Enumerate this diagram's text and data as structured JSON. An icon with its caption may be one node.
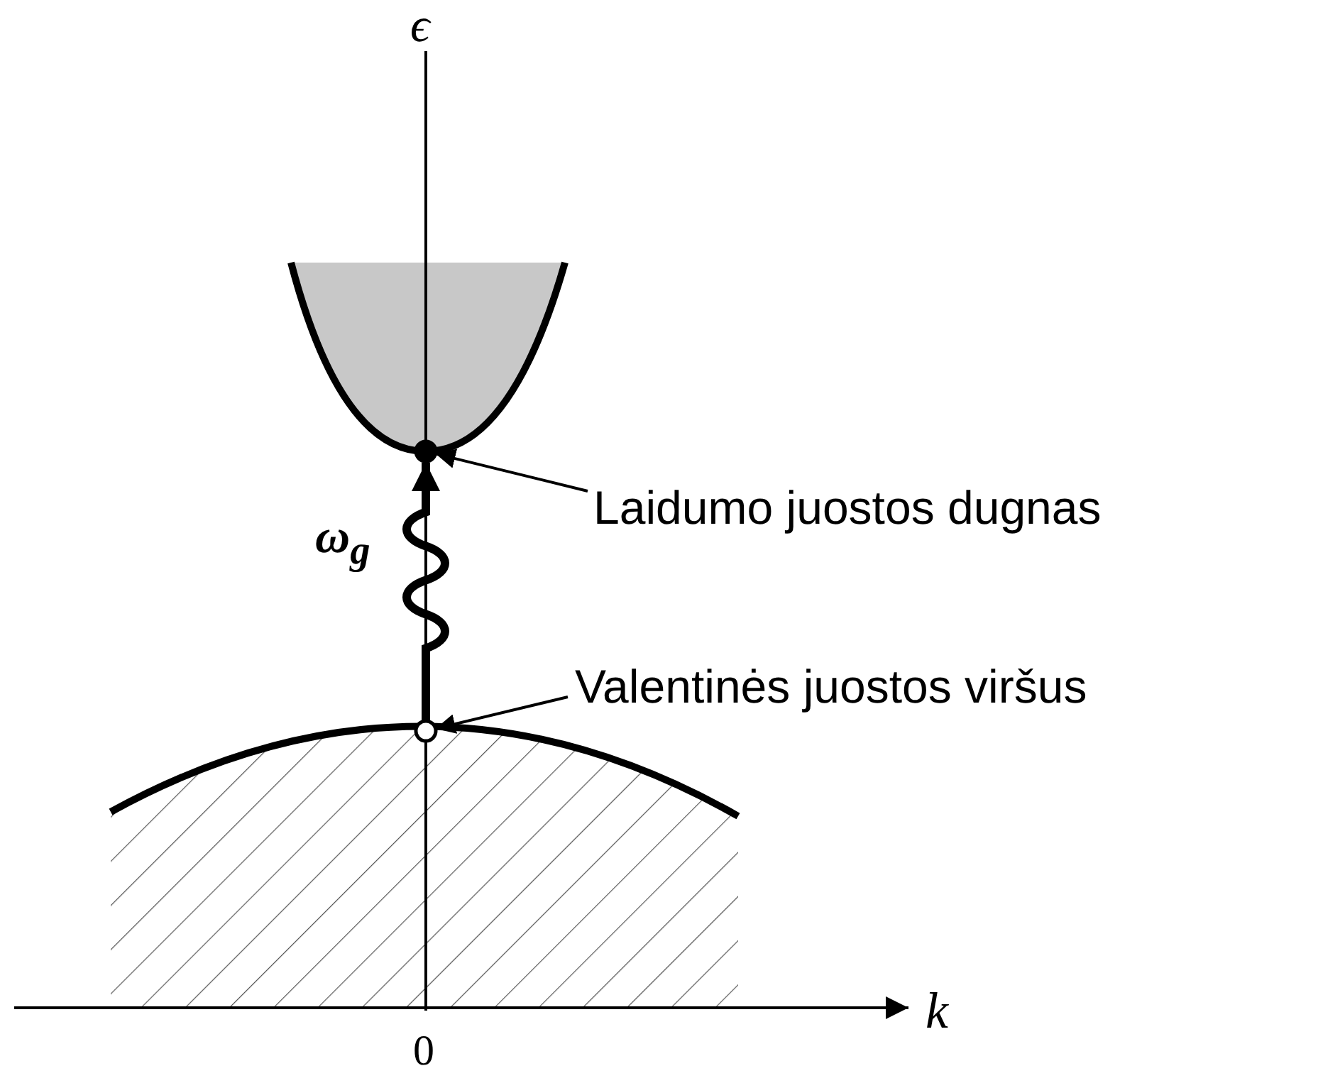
{
  "diagram": {
    "nodes": [
      {
        "text": [
          "Laidumo juostos dugnas"
        ]
      },
      {
        "text": [],
        "shape": "circle"
      },
      {
        "text": [
          "Valentinės juostos viršus"
        ]
      },
      {
        "text": [],
        "shape": "circle"
      }
    ],
    "edges": [
      {
        "from": 0,
        "to": 1,
        "arrow": "to"
      },
      {
        "from": 2,
        "to": 3,
        "arrow": "to"
      },
      {
        "from": 3,
        "to": 1,
        "arrow": "to",
        "label": "ω$_{g}$",
        "style": "thick"
      }
    ],
    "labels": [
      "ϵ",
      "k",
      "0"
    ]
  }
}
